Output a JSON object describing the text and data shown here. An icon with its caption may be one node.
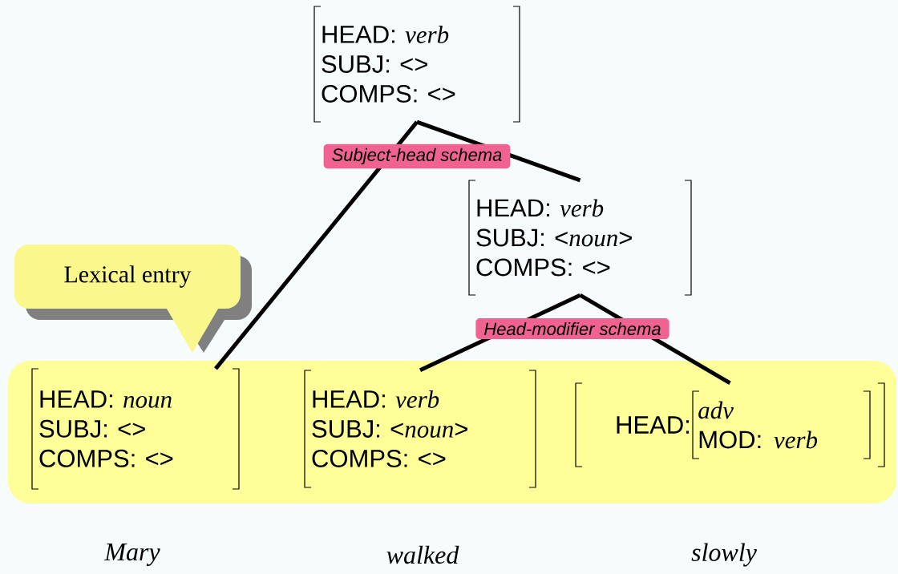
{
  "diagram": {
    "nodes": [
      {
        "text": [
          "HEAD: *verb*",
          "SUBJ: <>",
          "COMPS: <>"
        ]
      },
      {
        "text": [
          "HEAD: *verb*",
          "SUBJ: <*noun*>",
          "COMPS: <>"
        ]
      },
      {
        "text": [
          "Lexical entry"
        ]
      },
      {
        "text": [],
        "shape": "box"
      },
      {
        "text": [
          "HEAD: *noun*",
          "SUBJ: <>",
          "COMPS: <>"
        ],
        "in": 3
      },
      {
        "text": [
          "HEAD: *verb*",
          "SUBJ: <*noun*>",
          "COMPS: <>"
        ],
        "in": 3
      },
      {
        "text": [
          "HEAD:",
          "adv",
          "MOD: *verb*"
        ],
        "in": 3
      }
    ],
    "edges": [
      {
        "from": 0,
        "to": 4,
        "arrow": "none",
        "label": "Subject-head schema"
      },
      {
        "from": 0,
        "to": 1,
        "arrow": "none"
      },
      {
        "from": 1,
        "to": 5,
        "arrow": "none",
        "label": "Head-modifier schema"
      },
      {
        "from": 1,
        "to": 6,
        "arrow": "none"
      }
    ],
    "labels": [
      "Mary",
      "walked",
      "slowly"
    ]
  }
}
